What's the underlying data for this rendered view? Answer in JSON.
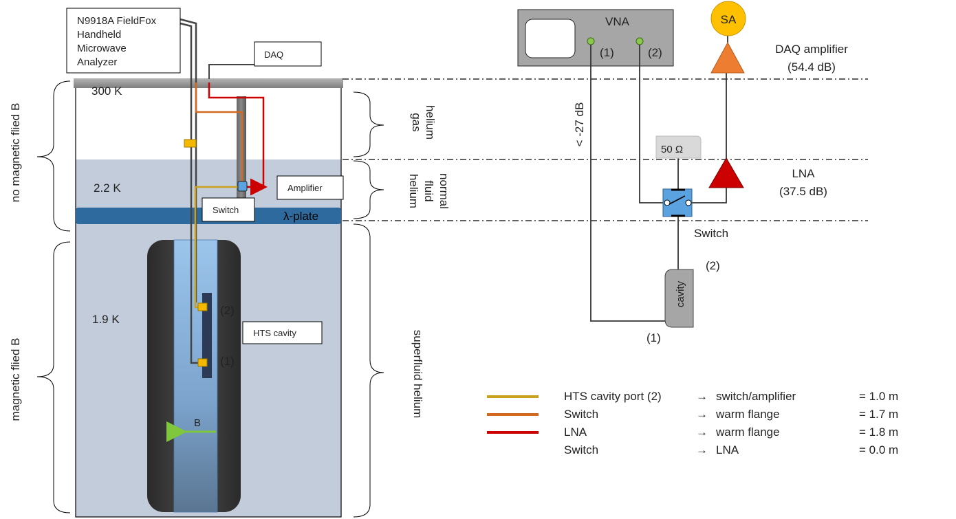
{
  "analyzer_label": [
    "N9918A FieldFox",
    "Handheld",
    "Microwave",
    "Analyzer"
  ],
  "daq_label": "DAQ",
  "temps": {
    "t300": "300 K",
    "t22": "2.2 K",
    "t19": "1.9 K"
  },
  "amplifier_label": "Amplifier",
  "switch_left_label": "Switch",
  "lambda_plate": "λ-plate",
  "hts_cavity_label": "HTS cavity",
  "port2": "(2)",
  "port1": "(1)",
  "b_label": "B",
  "regions": {
    "no_field": "no magnetic flied B",
    "field": "magnetic flied B",
    "helium_gas": [
      "helium",
      "gas"
    ],
    "normal_fluid": [
      "normal",
      "fluid",
      "helium"
    ],
    "superfluid": "superfluid helium"
  },
  "right": {
    "vna": "VNA",
    "vna_port1": "(1)",
    "vna_port2": "(2)",
    "sa": "SA",
    "daq_amp": "DAQ amplifier",
    "daq_amp_gain": "(54.4 dB)",
    "attenuation": "< -27 dB",
    "load": "50 Ω",
    "lna": "LNA",
    "lna_gain": "(37.5 dB)",
    "switch": "Switch",
    "cav_port2": "(2)",
    "cavity": "cavity",
    "cav_port1": "(1)"
  },
  "legend": [
    {
      "color": "#C8A21E",
      "name": "HTS cavity port (2)",
      "arrow": "→",
      "dest": "switch/amplifier",
      "length": "= 1.0 m"
    },
    {
      "color": "#D2691E",
      "name": "Switch",
      "arrow": "→",
      "dest": "warm flange",
      "length": "= 1.7 m"
    },
    {
      "color": "#CC0000",
      "name": "LNA",
      "arrow": "→",
      "dest": "warm flange",
      "length": "= 1.8 m"
    },
    {
      "color": "",
      "name": "Switch",
      "arrow": "→",
      "dest": "LNA",
      "length": "= 0.0 m"
    }
  ]
}
